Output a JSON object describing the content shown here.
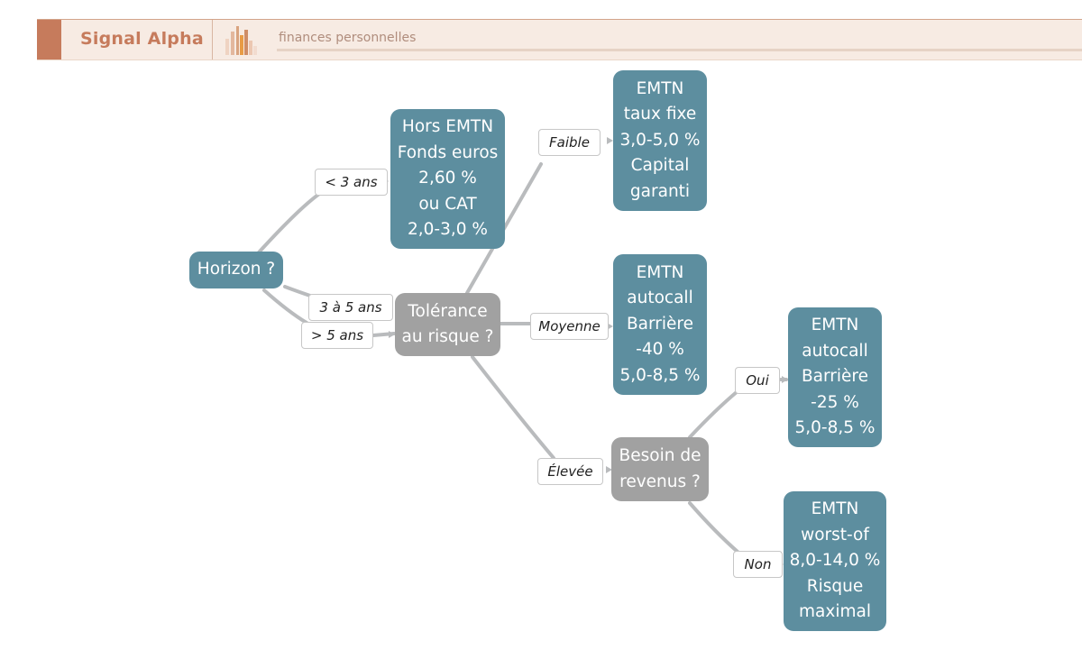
{
  "header": {
    "brand": "Signal Alpha",
    "tagline": "finances personnelles",
    "logo_icon": "bar-chart-logo-icon",
    "accent_color": "#c67b5c"
  },
  "colors": {
    "result_node": "#5d8e9f",
    "question_node": "#a1a1a1",
    "edge": "#b9bbbd"
  },
  "diagram": {
    "root": {
      "label": "Horizon ?"
    },
    "edge_labels": {
      "lt3": "< 3 ans",
      "mid": "3 à 5 ans",
      "gt5": "> 5 ans",
      "low": "Faible",
      "medium": "Moyenne",
      "high": "Élevée",
      "yes": "Oui",
      "no": "Non"
    },
    "nodes": {
      "short": {
        "lines": [
          "Hors EMTN",
          "Fonds euros",
          "2,60 %",
          "ou CAT",
          "2,0-3,0 %"
        ]
      },
      "risk": {
        "lines": [
          "Tolérance",
          "au risque ?"
        ]
      },
      "income": {
        "lines": [
          "Besoin de",
          "revenus ?"
        ]
      },
      "low": {
        "lines": [
          "EMTN",
          "taux fixe",
          "3,0-5,0 %",
          "Capital",
          "garanti"
        ]
      },
      "medium": {
        "lines": [
          "EMTN",
          "autocall",
          "Barrière",
          "-40 %",
          "5,0-8,5 %"
        ]
      },
      "yes": {
        "lines": [
          "EMTN",
          "autocall",
          "Barrière",
          "-25 %",
          "5,0-8,5 %"
        ]
      },
      "no": {
        "lines": [
          "EMTN",
          "worst-of",
          "8,0-14,0 %",
          "Risque",
          "maximal"
        ]
      }
    }
  }
}
